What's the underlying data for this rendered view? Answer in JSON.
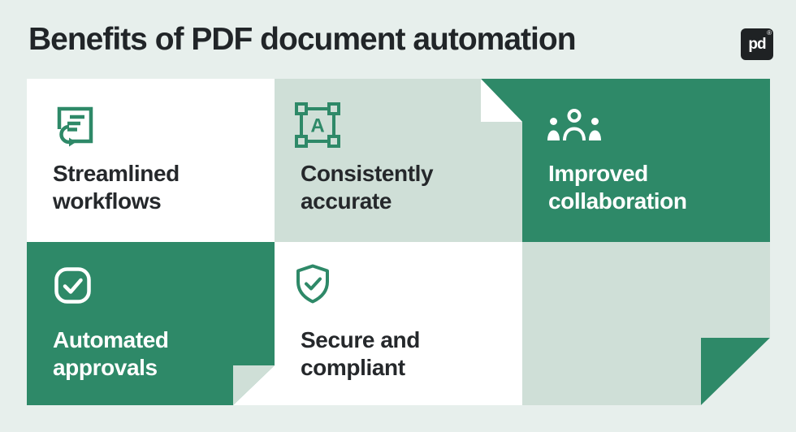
{
  "page": {
    "title": "Benefits of PDF document automation",
    "background_color": "#e7efec"
  },
  "logo": {
    "mark_text": "pd",
    "registered_symbol": "®"
  },
  "colors": {
    "green": "#2e8968",
    "sage": "#cfdfd7",
    "white": "#ffffff",
    "dark_text": "#25282b",
    "title_text": "#212528",
    "logo_background": "#1f2224"
  },
  "icons": {
    "selection_letter": "A"
  },
  "cells": [
    {
      "id": "streamlined-workflows",
      "variant": "white",
      "icon": "workflow-document-icon",
      "line1": "Streamlined",
      "line2": "workflows"
    },
    {
      "id": "consistently-accurate",
      "variant": "sage",
      "icon": "text-selection-icon",
      "line1": "Consistently",
      "line2": "accurate"
    },
    {
      "id": "improved-collaboration",
      "variant": "green",
      "icon": "people-icon",
      "line1": "Improved",
      "line2": "collaboration"
    },
    {
      "id": "automated-approvals",
      "variant": "green",
      "icon": "checkbox-check-icon",
      "line1": "Automated",
      "line2": "approvals"
    },
    {
      "id": "secure-compliant",
      "variant": "white",
      "icon": "shield-check-icon",
      "line1": "Secure and",
      "line2": "compliant"
    },
    {
      "id": "empty-folded-cell",
      "variant": "sage",
      "icon": null,
      "line1": "",
      "line2": ""
    }
  ]
}
